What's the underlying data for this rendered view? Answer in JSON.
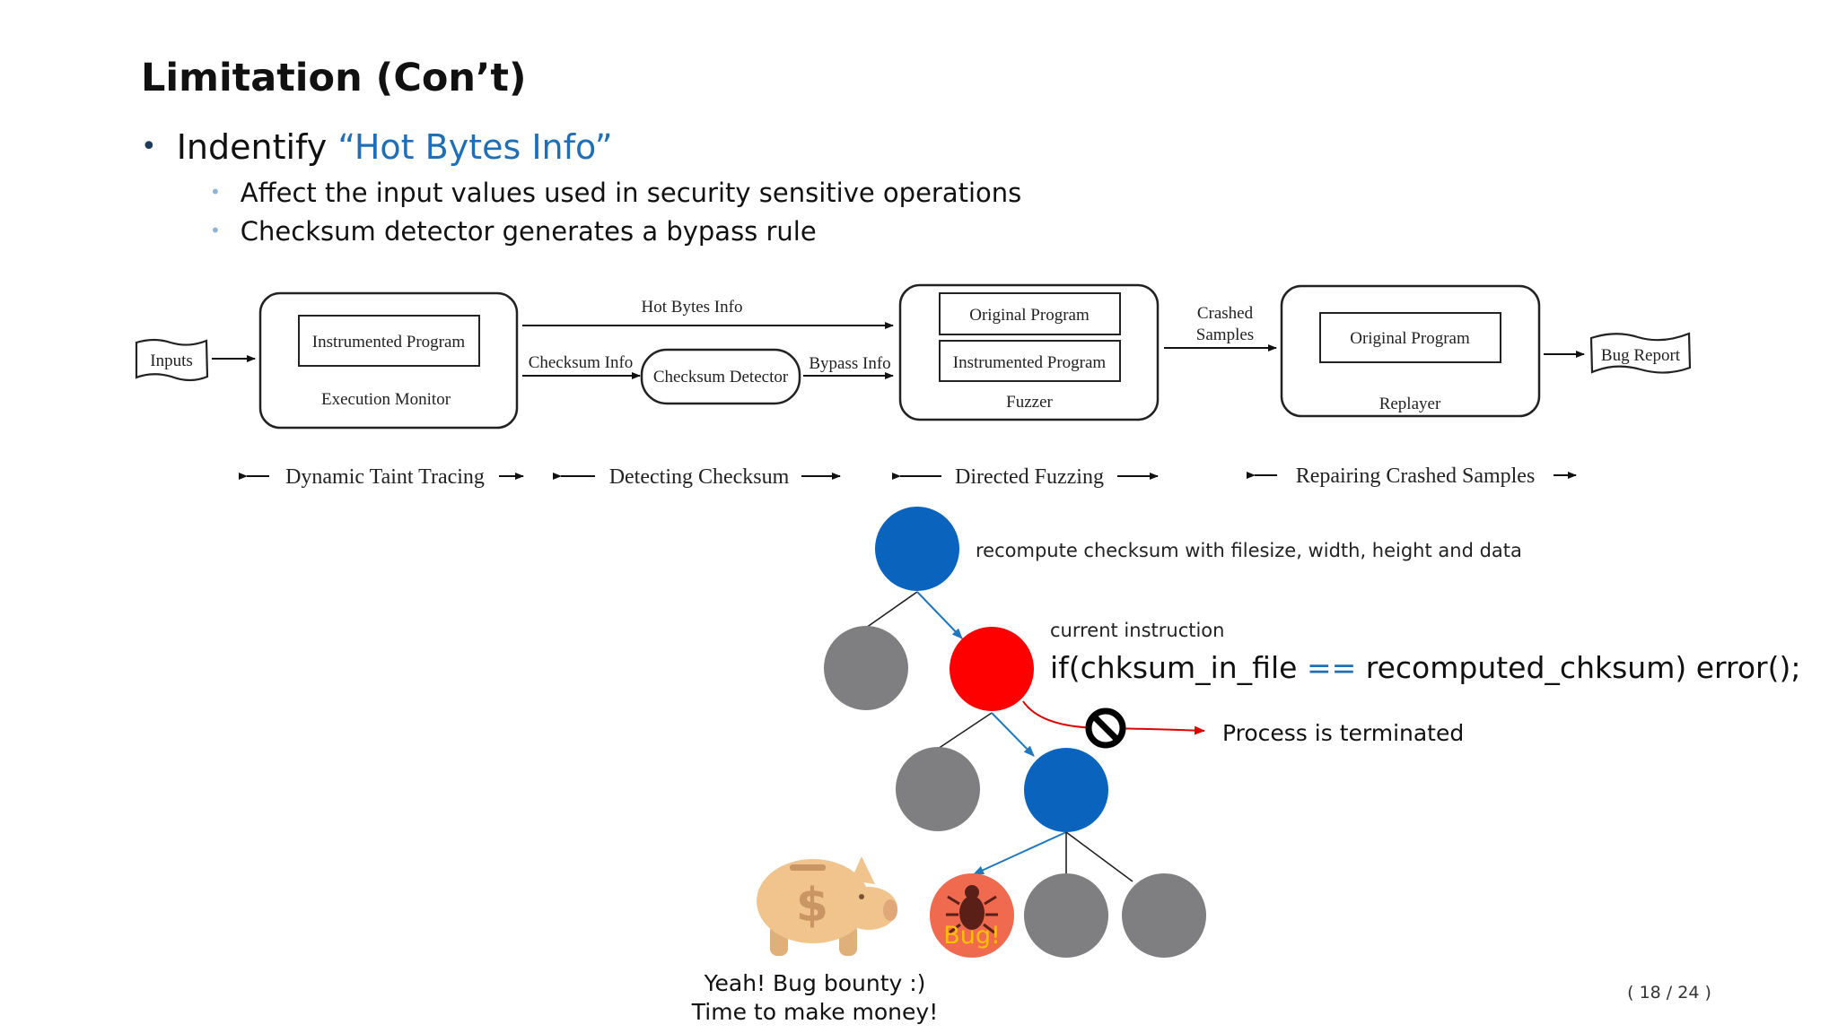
{
  "slide": {
    "title": "Limitation (Con’t)",
    "bullet": {
      "prefix": "Indentify ",
      "highlight": "“Hot Bytes Info”"
    },
    "subbullets": [
      "Affect the input values used in security sensitive operations",
      "Checksum detector generates a bypass rule"
    ],
    "page_number": "( 18 / 24 )"
  },
  "pipeline": {
    "inputs": "Inputs",
    "monitor_inner": "Instrumented Program",
    "monitor_label": "Execution Monitor",
    "hot_bytes": "Hot Bytes Info",
    "checksum_info": "Checksum Info",
    "checksum_detector": "Checksum Detector",
    "bypass_info": "Bypass Info",
    "fuzzer_inner_1": "Original Program",
    "fuzzer_inner_2": "Instrumented Program",
    "fuzzer_label": "Fuzzer",
    "crashed_1": "Crashed",
    "crashed_2": "Samples",
    "replayer_inner": "Original Program",
    "replayer_label": "Replayer",
    "bug_report": "Bug Report",
    "stages": [
      "Dynamic Taint Tracing",
      "Detecting Checksum",
      "Directed Fuzzing",
      "Repairing Crashed Samples"
    ]
  },
  "tree": {
    "root_note": "recompute checksum with filesize, width, height and data",
    "current_label": "current instruction",
    "code_lhs": "if(chksum_in_file",
    "code_op": "==",
    "code_rhs": "recomputed_chksum) error();",
    "terminated": "Process is terminated",
    "bug_label": "Bug!",
    "bounty_1": "Yeah! Bug bounty :)",
    "bounty_2": "Time to make money!",
    "colors": {
      "blue": "#0a64be",
      "red": "#ff0000",
      "gray": "#7f7f82",
      "bug": "#ef6a4f",
      "link": "#1f77c0"
    }
  }
}
